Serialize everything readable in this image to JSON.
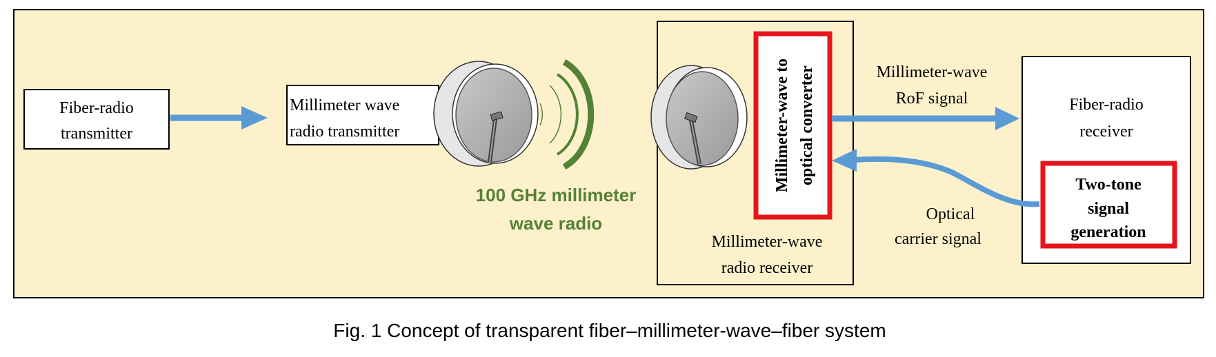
{
  "colors": {
    "panel_fill": "#fdf1cc",
    "arrow": "#5b9bd5",
    "wave": "#548235",
    "highlight_box": "#e8141c",
    "dish": "#bdbdbd"
  },
  "icons": {
    "transmit_dish": "satellite-dish-icon",
    "receive_dish": "satellite-dish-icon",
    "radio_waves": "radio-waves-icon"
  },
  "blocks": {
    "fiber_radio_transmitter": {
      "line1": "Fiber-radio",
      "line2": "transmitter"
    },
    "mmw_radio_transmitter": {
      "line1": "Millimeter wave",
      "line2": "radio transmitter"
    },
    "converter": {
      "line1": "Millimeter-wave to",
      "line2": "optical converter"
    },
    "mmw_radio_receiver": {
      "line1": "Millimeter-wave",
      "line2": "radio receiver"
    },
    "fiber_radio_receiver": {
      "line1": "Fiber-radio",
      "line2": "receiver"
    },
    "two_tone": {
      "line1": "Two-tone",
      "line2": "signal",
      "line3": "generation"
    }
  },
  "labels": {
    "wave_radio": {
      "line1": "100 GHz millimeter",
      "line2": "wave radio"
    },
    "rof_signal": {
      "line1": "Millimeter-wave",
      "line2": "RoF signal"
    },
    "optical_carrier": {
      "line1": "Optical",
      "line2": "carrier signal"
    }
  },
  "caption": "Fig. 1 Concept of transparent fiber–millimeter-wave–fiber system"
}
